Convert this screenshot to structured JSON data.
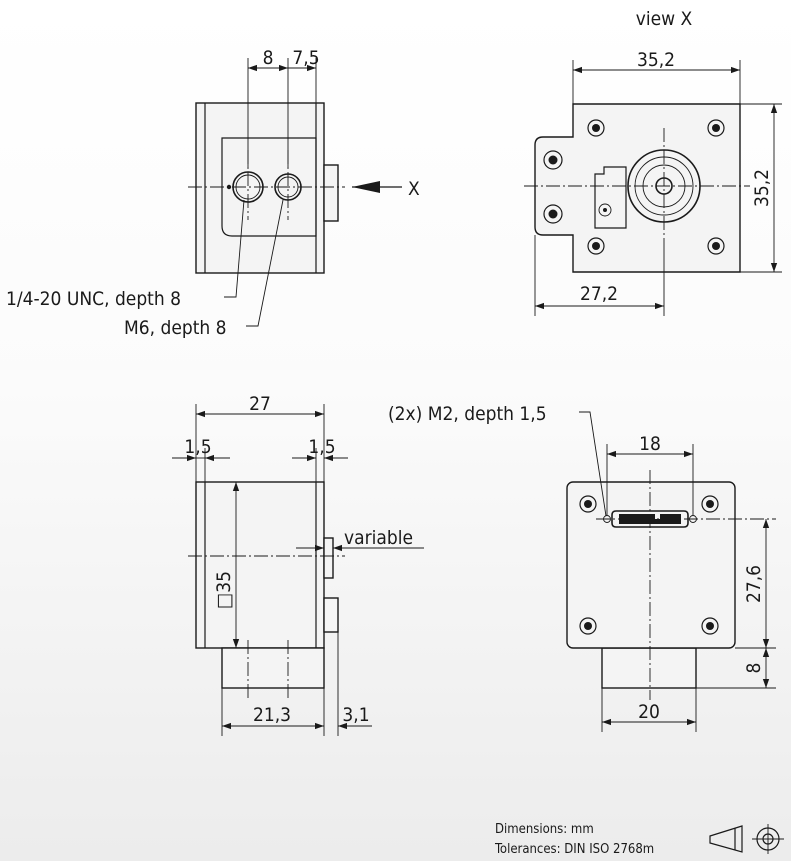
{
  "labels": {
    "view_x": "view X",
    "x_marker": "X",
    "dim_8": "8",
    "dim_7_5": "7,5",
    "dim_35_2_top": "35,2",
    "dim_35_2_side": "35,2",
    "dim_27_2": "27,2",
    "thread_unc": "1/4-20 UNC, depth 8",
    "thread_m6": "M6, depth 8",
    "dim_27": "27",
    "dim_1_5_left": "1,5",
    "dim_1_5_right": "1,5",
    "variable": "variable",
    "square_35": "□35",
    "dim_21_3": "21,3",
    "dim_3_1": "3,1",
    "m2_note": "(2x) M2, depth 1,5",
    "dim_18": "18",
    "dim_27_6": "27,6",
    "dim_8_side": "8",
    "dim_20": "20",
    "dimensions_unit": "Dimensions: mm",
    "tolerances": "Tolerances: DIN ISO 2768m"
  },
  "icons": {
    "projection_symbol": "first-angle-projection-icon"
  }
}
